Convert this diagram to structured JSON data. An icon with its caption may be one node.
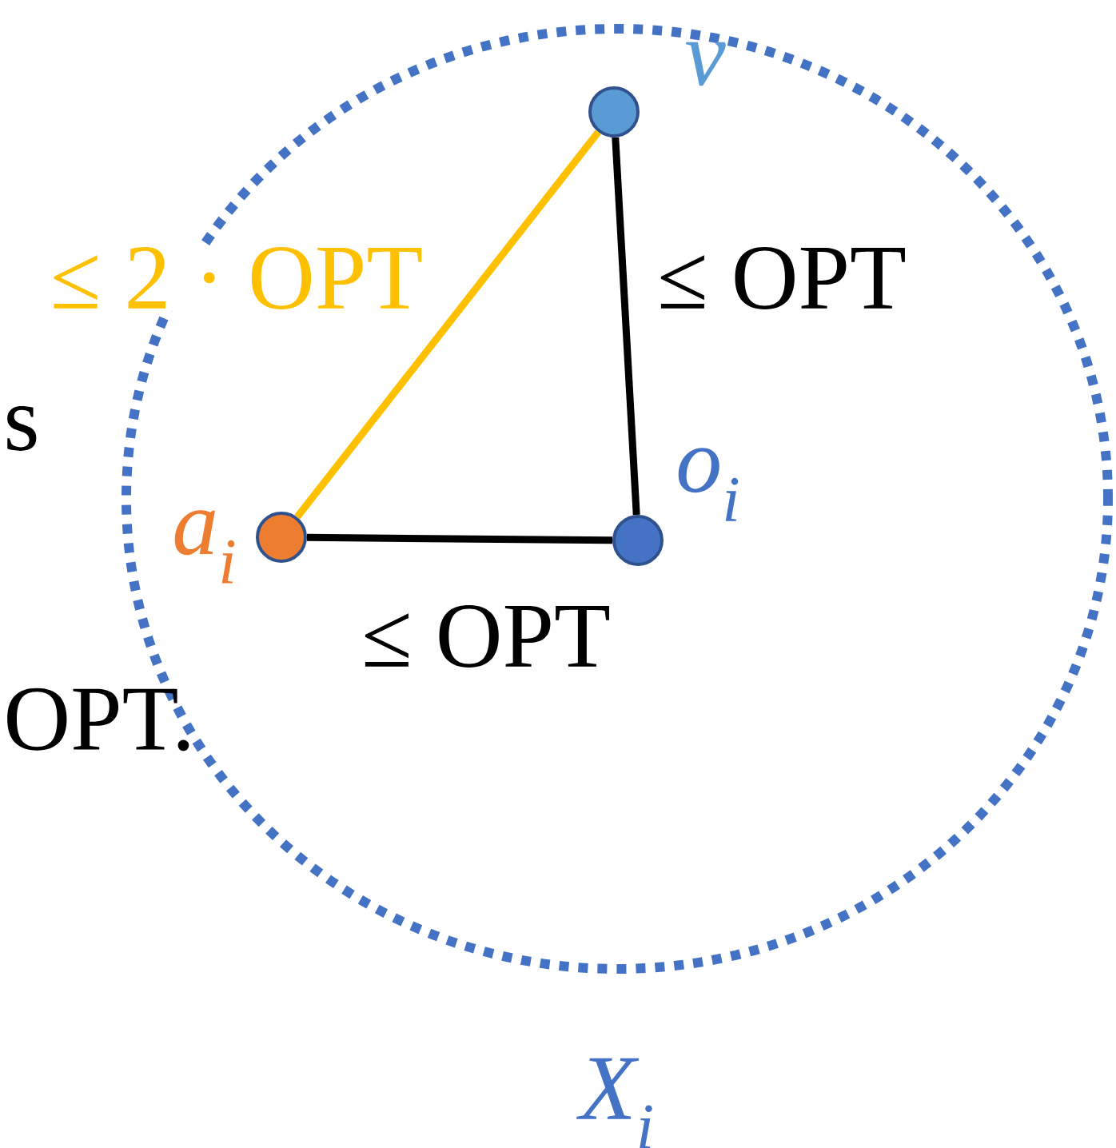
{
  "diagram": {
    "nodes": [
      {
        "text": [
          "X$_{i}$"
        ]
      },
      {
        "text": [],
        "shape": "circle",
        "in": 0,
        "beside": [
          "v"
        ]
      },
      {
        "text": [],
        "shape": "circle",
        "in": 0,
        "beside": [
          "a$_{i}$"
        ]
      },
      {
        "text": [],
        "shape": "circle",
        "in": 0,
        "beside": [
          "o$_{i}$"
        ]
      }
    ],
    "edges": [
      {
        "from": 2,
        "to": 1,
        "arrow": "none",
        "label": "≤ 2 · OPT",
        "color": "#ffc000"
      },
      {
        "from": 1,
        "to": 3,
        "arrow": "none",
        "label": "≤ OPT"
      },
      {
        "from": 2,
        "to": 3,
        "arrow": "none",
        "label": "≤ OPT"
      }
    ],
    "labels": [
      "s",
      "OPT."
    ]
  }
}
